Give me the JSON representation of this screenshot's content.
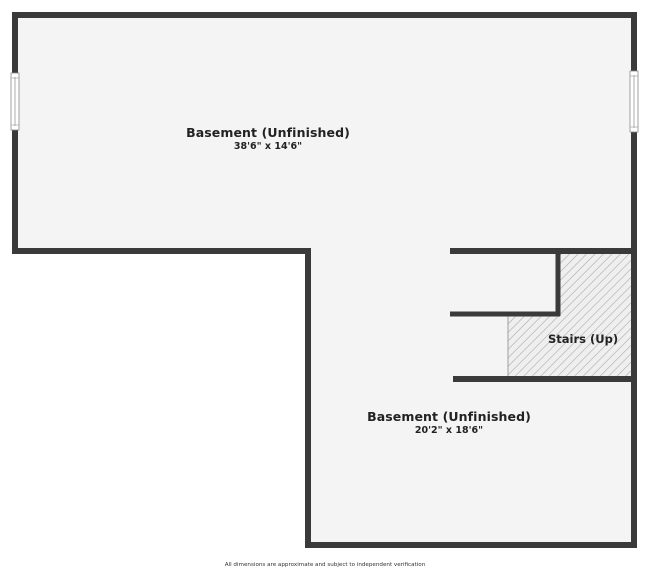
{
  "floorplan": {
    "colors": {
      "wall": "#3a3a3a",
      "floor": "#f4f4f4",
      "background": "#ffffff",
      "hatch": "#b5b5b5",
      "window": "#ffffff"
    },
    "rooms": [
      {
        "name": "Basement (Unfinished)",
        "dimensions": "38'6\" x 14'6\""
      },
      {
        "name": "Basement (Unfinished)",
        "dimensions": "20'2\" x 18'6\""
      }
    ],
    "stairs": {
      "label": "Stairs (Up)"
    },
    "footer_note": "All dimensions are approximate and subject to independent verification"
  }
}
